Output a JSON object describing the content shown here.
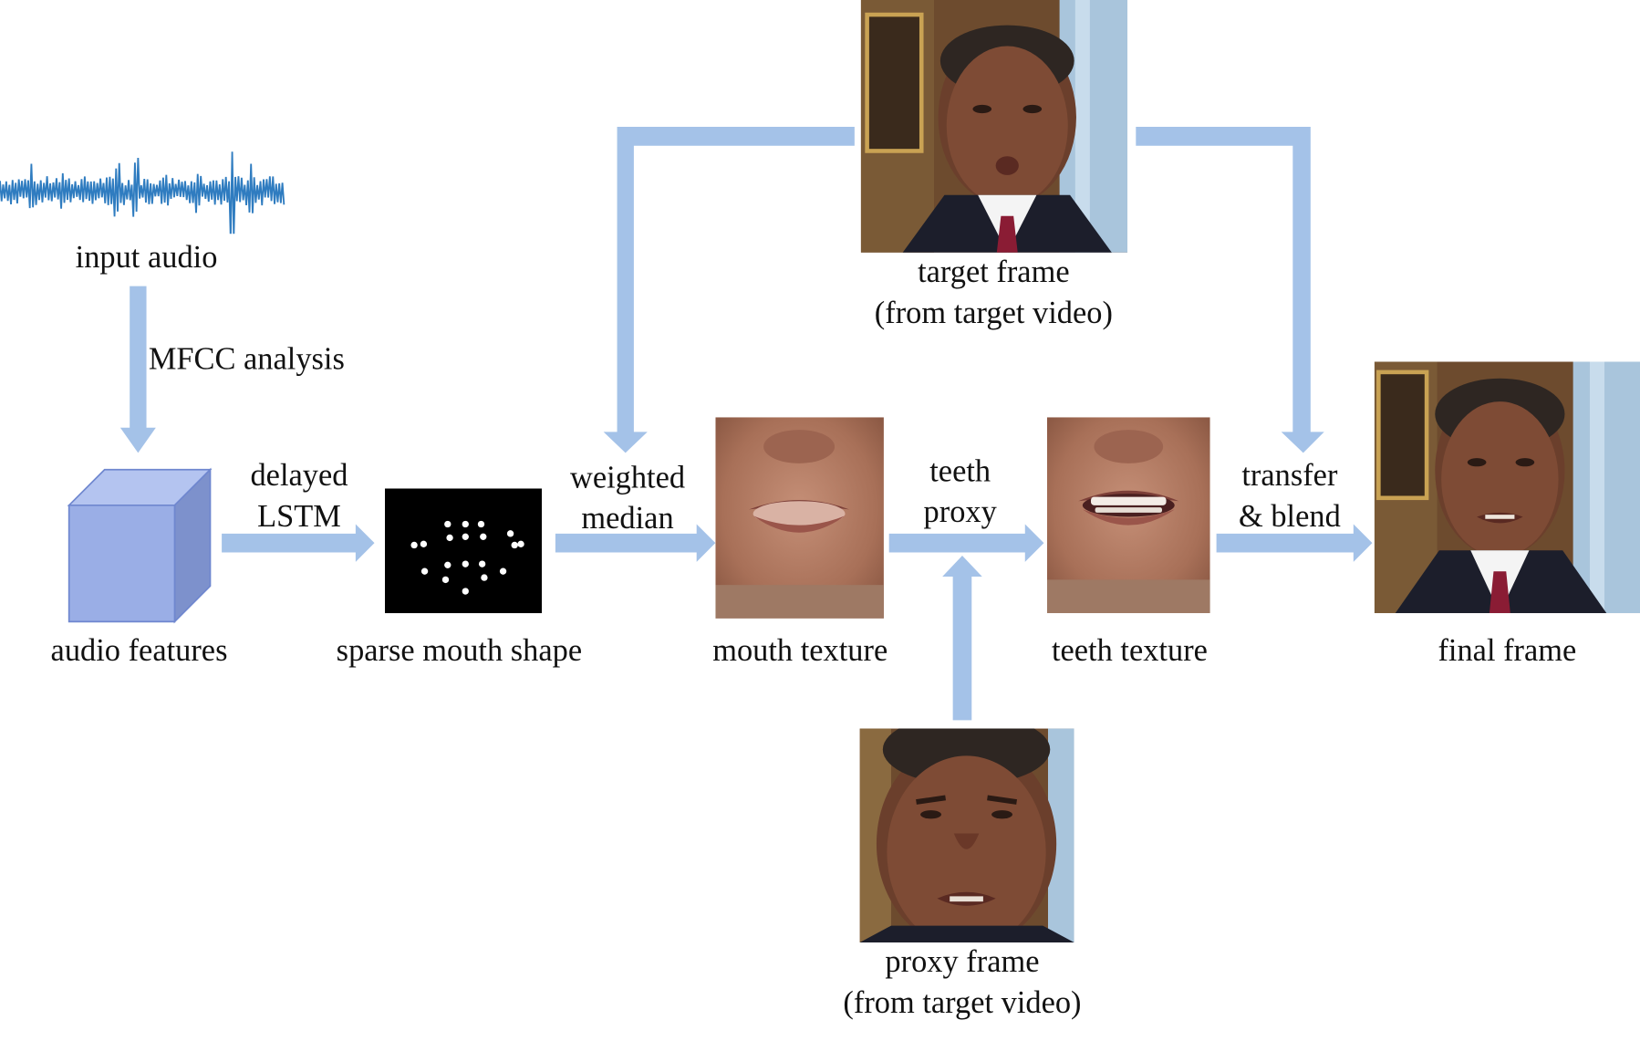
{
  "colors": {
    "arrow": "#a4c2e8",
    "waveform": "#2f7cc0",
    "cube_front": "#9aaee6",
    "cube_top": "#b4c4f0",
    "cube_side": "#7d91cc",
    "cube_edge": "#6f87cf"
  },
  "labels": {
    "input_audio": "input audio",
    "mfcc": "MFCC analysis",
    "audio_features": "audio features",
    "delayed_lstm": [
      "delayed",
      "LSTM"
    ],
    "sparse_mouth_shape": "sparse mouth shape",
    "weighted_median": [
      "weighted",
      "median"
    ],
    "mouth_texture": "mouth texture",
    "teeth_proxy": [
      "teeth",
      "proxy"
    ],
    "teeth_texture": "teeth texture",
    "transfer_blend": [
      "transfer",
      "& blend"
    ],
    "final_frame": "final frame",
    "target_frame": [
      "target frame",
      "(from target video)"
    ],
    "proxy_frame": [
      "proxy frame",
      "(from target video)"
    ]
  },
  "icons": {
    "waveform": "audio-waveform-icon",
    "cube": "feature-cube-icon"
  }
}
